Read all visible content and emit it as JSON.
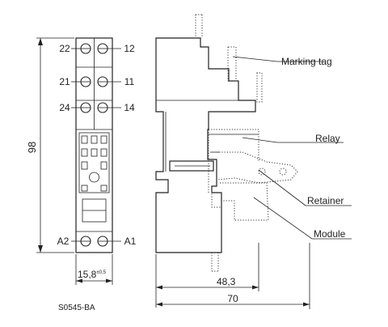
{
  "front_view": {
    "terminals": {
      "t22": "22",
      "t12": "12",
      "t21": "21",
      "t11": "11",
      "t24": "24",
      "t14": "14",
      "tA2": "A2",
      "tA1": "A1"
    },
    "height_dim": "98",
    "width_dim": "15,8",
    "width_tol": "±0,5"
  },
  "side_view": {
    "callouts": {
      "marking_tag": "Marking tag",
      "relay": "Relay",
      "retainer": "Retainer",
      "module": "Module"
    },
    "dim_inner": "48,3",
    "dim_outer": "70"
  },
  "drawing_code": "S0545-BA"
}
